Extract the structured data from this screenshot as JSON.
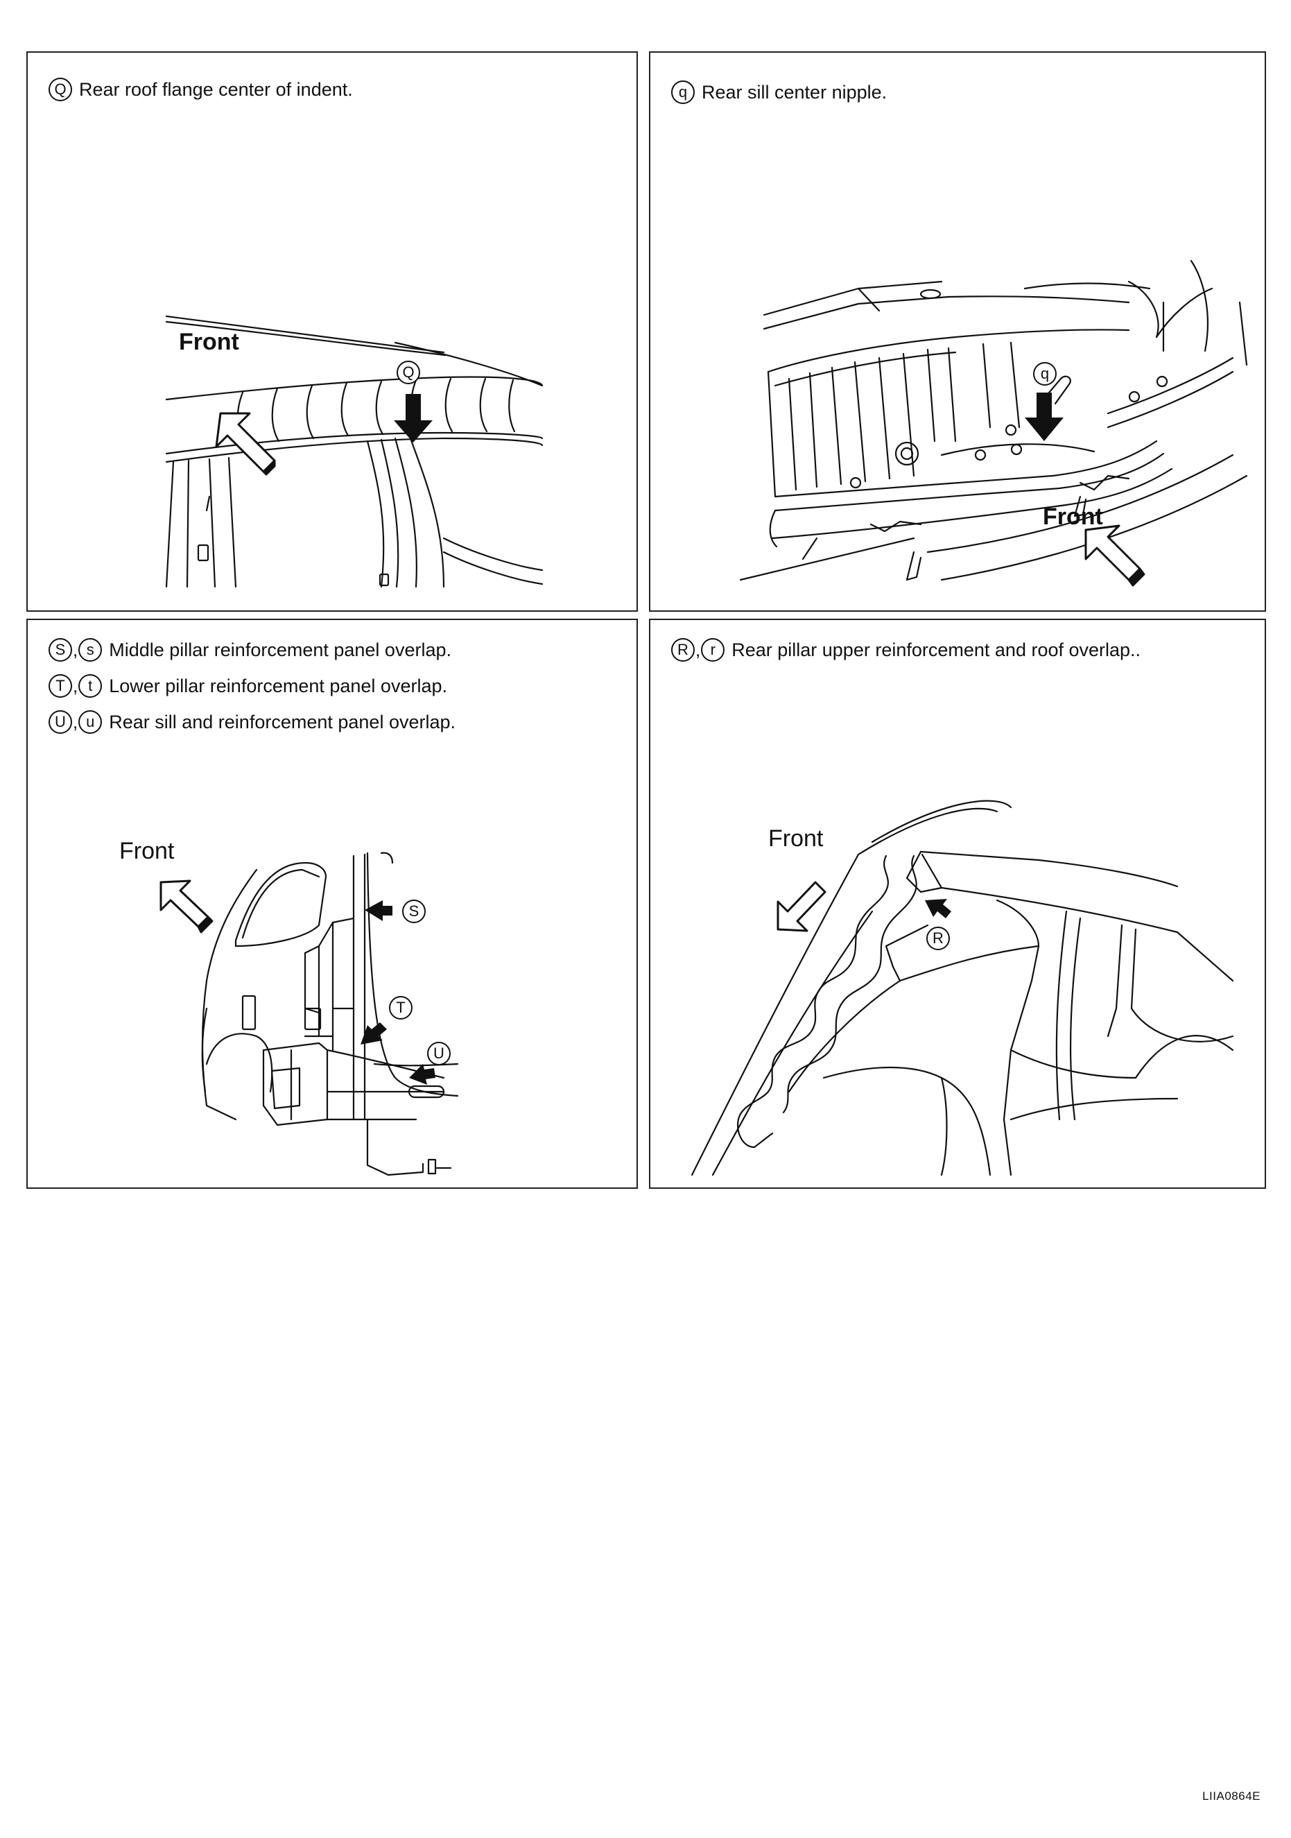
{
  "panels": [
    {
      "captions": [
        {
          "badges": [
            "Q"
          ],
          "text": "Rear roof flange center of indent."
        }
      ],
      "front_label": "Front",
      "callouts": [
        "Q"
      ]
    },
    {
      "captions": [
        {
          "badges": [
            "q"
          ],
          "text": "Rear sill center nipple."
        }
      ],
      "front_label": "Front",
      "callouts": [
        "q"
      ]
    },
    {
      "captions": [
        {
          "badges": [
            "S",
            "s"
          ],
          "separator": ",",
          "text": "Middle pillar reinforcement panel overlap."
        },
        {
          "badges": [
            "T",
            "t"
          ],
          "separator": ",",
          "text": "Lower pillar reinforcement panel overlap."
        },
        {
          "badges": [
            "U",
            "u"
          ],
          "separator": ",",
          "text": "Rear sill and reinforcement panel overlap."
        }
      ],
      "front_label": "Front",
      "callouts": [
        "S",
        "T",
        "U"
      ]
    },
    {
      "captions": [
        {
          "badges": [
            "R",
            "r"
          ],
          "separator": ",",
          "text": "Rear pillar upper reinforcement and roof overlap.."
        }
      ],
      "front_label": "Front",
      "callouts": [
        "R"
      ]
    }
  ],
  "figure_code": "LIIA0864E",
  "colors": {
    "line": "#111111",
    "background": "#ffffff"
  }
}
